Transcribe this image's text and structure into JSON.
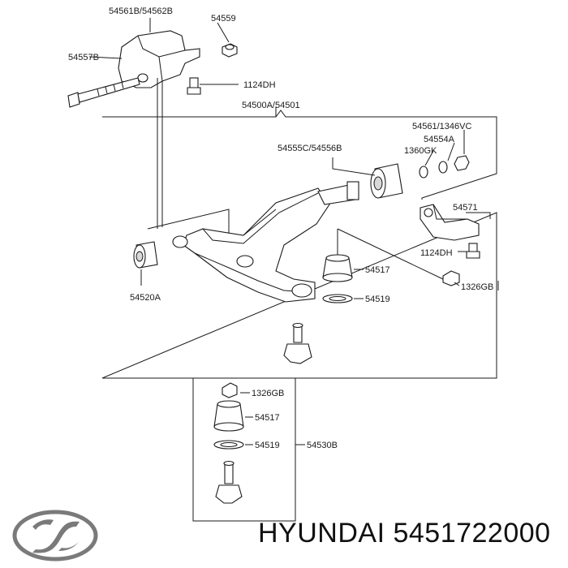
{
  "labels": {
    "bracket": "54561B/54562B",
    "nut_top": "54559",
    "bolt_left": "54557B",
    "bolt_small_top": "1124DH",
    "arm_assy": "54500A/54501",
    "stack_nuts": "54561/1346VC",
    "washer_a": "54554A",
    "washer_b": "1360GK",
    "bushing_rear": "54555C/54556B",
    "clamp": "54571",
    "bolt_small_right": "1124DH",
    "nut_right": "1326GB",
    "boot_mid": "54517",
    "ring_mid": "54519",
    "bushing_front": "54520A",
    "nut_box": "1326GB",
    "boot_box": "54517",
    "ring_box": "54519",
    "balljoint_assy": "54530B"
  },
  "footer": {
    "brand_line": "HYUNDAI 5451722000",
    "logo_icon": "hyundai-logo-icon"
  }
}
